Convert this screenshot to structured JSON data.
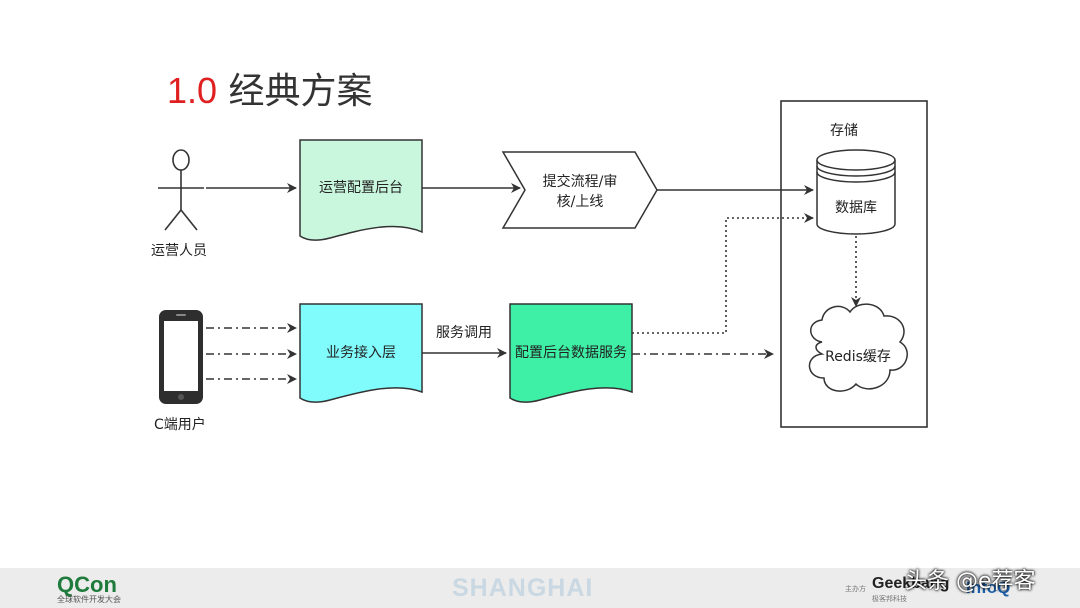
{
  "title": {
    "number": "1.0",
    "text": "经典方案"
  },
  "nodes": {
    "operator": "运营人员",
    "config_backend": "运营配置后台",
    "submit_flow_line1": "提交流程/审",
    "submit_flow_line2": "核/上线",
    "storage": "存储",
    "database": "数据库",
    "c_user": "C端用户",
    "biz_access": "业务接入层",
    "service_call": "服务调用",
    "config_data_service": "配置后台数据服务",
    "redis": "Redis缓存"
  },
  "footer": {
    "qcon": "QCon",
    "qcon_sub": "全球软件开发大会",
    "city": "SHANGHAI",
    "host": "主办方",
    "geek": "Geekbang",
    "geek_sub": "极客邦科技",
    "infoq": "InfoQ"
  },
  "watermark": "头条 @e荐客",
  "colors": {
    "title_number": "#e02020",
    "config_backend_fill": "#c9f7dd",
    "biz_access_fill": "#80fcfc",
    "data_service_fill": "#3df0a6"
  }
}
